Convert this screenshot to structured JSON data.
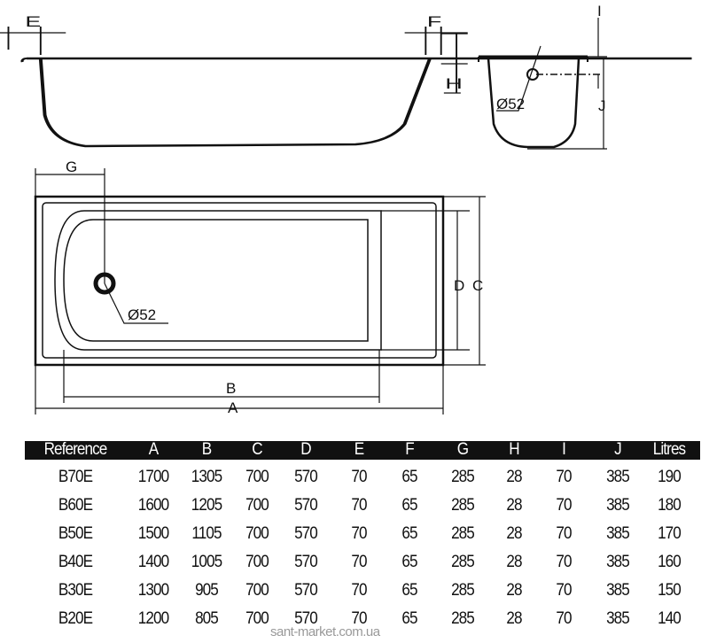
{
  "labels": {
    "E": "E",
    "F": "F",
    "H": "H",
    "I": "I",
    "J": "J",
    "G": "G",
    "D": "D",
    "C": "C",
    "B": "B",
    "A": "A",
    "drain_side": "Ø52",
    "drain_top": "Ø52"
  },
  "table": {
    "headers": [
      "Reference",
      "A",
      "B",
      "C",
      "D",
      "E",
      "F",
      "G",
      "H",
      "I",
      "J",
      "Litres"
    ],
    "rows": [
      [
        "B70E",
        "1700",
        "1305",
        "700",
        "570",
        "70",
        "65",
        "285",
        "28",
        "70",
        "385",
        "190"
      ],
      [
        "B60E",
        "1600",
        "1205",
        "700",
        "570",
        "70",
        "65",
        "285",
        "28",
        "70",
        "385",
        "180"
      ],
      [
        "B50E",
        "1500",
        "1105",
        "700",
        "570",
        "70",
        "65",
        "285",
        "28",
        "70",
        "385",
        "170"
      ],
      [
        "B40E",
        "1400",
        "1005",
        "700",
        "570",
        "70",
        "65",
        "285",
        "28",
        "70",
        "385",
        "160"
      ],
      [
        "B30E",
        "1300",
        "905",
        "700",
        "570",
        "70",
        "65",
        "285",
        "28",
        "70",
        "385",
        "150"
      ],
      [
        "B20E",
        "1200",
        "805",
        "700",
        "570",
        "70",
        "65",
        "285",
        "28",
        "70",
        "385",
        "140"
      ]
    ]
  },
  "watermark": "sant-market.com.ua"
}
